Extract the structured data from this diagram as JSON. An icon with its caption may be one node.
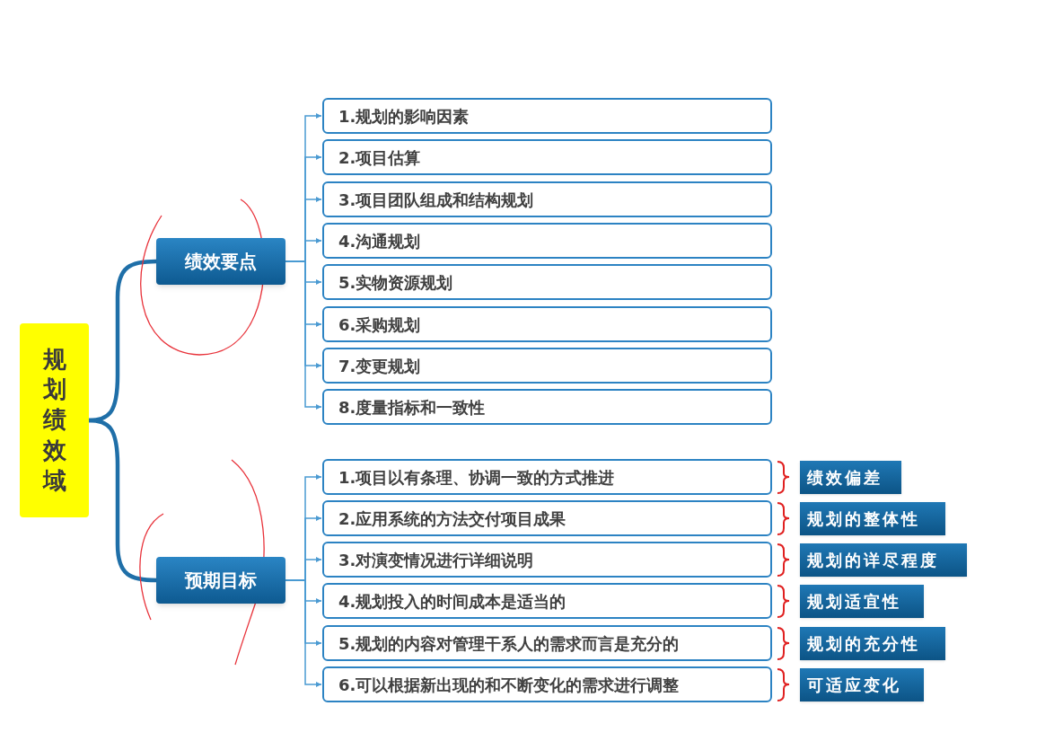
{
  "diagram": {
    "nodes": [
      {
        "text": [
          "规划绩效域"
        ]
      },
      {
        "text": [
          "绩效要点"
        ]
      },
      {
        "text": [
          "1.规划的影响因素"
        ]
      },
      {
        "text": [
          "2.项目估算"
        ]
      },
      {
        "text": [
          "3.项目团队组成和结构规划"
        ]
      },
      {
        "text": [
          "4.沟通规划"
        ]
      },
      {
        "text": [
          "5.实物资源规划"
        ]
      },
      {
        "text": [
          "6.采购规划"
        ]
      },
      {
        "text": [
          "7.变更规划"
        ]
      },
      {
        "text": [
          "8.度量指标和一致性"
        ]
      },
      {
        "text": [
          "预期目标"
        ]
      },
      {
        "text": [
          "1.项目以有条理、协调一致的方式推进"
        ]
      },
      {
        "text": [
          "2.应用系统的方法交付项目成果"
        ]
      },
      {
        "text": [
          "3.对演变情况进行详细说明"
        ]
      },
      {
        "text": [
          "4.规划投入的时间成本是适当的"
        ]
      },
      {
        "text": [
          "5.规划的内容对管理干系人的需求而言是充分的"
        ]
      },
      {
        "text": [
          "6.可以根据新出现的和不断变化的需求进行调整"
        ]
      },
      {
        "text": [
          "绩效偏差"
        ]
      },
      {
        "text": [
          "规划的整体性"
        ]
      },
      {
        "text": [
          "规划的详尽程度"
        ]
      },
      {
        "text": [
          "规划适宜性"
        ]
      },
      {
        "text": [
          "规划的充分性"
        ]
      },
      {
        "text": [
          "可适应变化"
        ]
      }
    ],
    "edges": [
      {
        "from": 0,
        "to": 1,
        "arrow": "none",
        "style": "thick"
      },
      {
        "from": 0,
        "to": 10,
        "arrow": "none",
        "style": "thick"
      },
      {
        "from": 1,
        "to": 2,
        "arrow": "to"
      },
      {
        "from": 1,
        "to": 3,
        "arrow": "to"
      },
      {
        "from": 1,
        "to": 4,
        "arrow": "to"
      },
      {
        "from": 1,
        "to": 5,
        "arrow": "to"
      },
      {
        "from": 1,
        "to": 6,
        "arrow": "to"
      },
      {
        "from": 1,
        "to": 7,
        "arrow": "to"
      },
      {
        "from": 1,
        "to": 8,
        "arrow": "to"
      },
      {
        "from": 1,
        "to": 9,
        "arrow": "to"
      },
      {
        "from": 10,
        "to": 11,
        "arrow": "to"
      },
      {
        "from": 10,
        "to": 12,
        "arrow": "to"
      },
      {
        "from": 10,
        "to": 13,
        "arrow": "to"
      },
      {
        "from": 10,
        "to": 14,
        "arrow": "to"
      },
      {
        "from": 10,
        "to": 15,
        "arrow": "to"
      },
      {
        "from": 10,
        "to": 16,
        "arrow": "to"
      }
    ]
  }
}
